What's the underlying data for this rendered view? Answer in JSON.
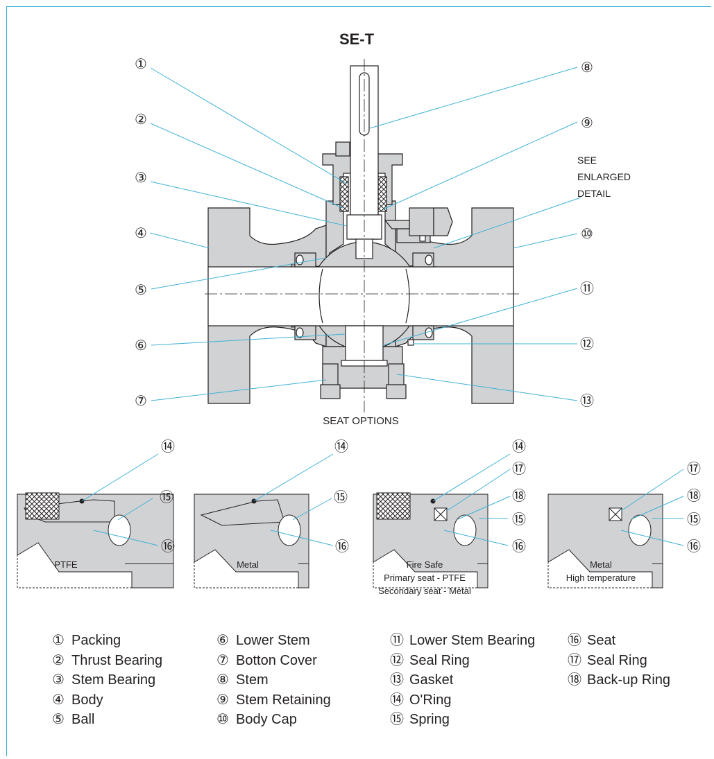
{
  "title": "SE-T",
  "callouts": [
    "①",
    "②",
    "③",
    "④",
    "⑤",
    "⑥",
    "⑦",
    "⑧",
    "⑨",
    "⑩",
    "⑪",
    "⑫",
    "⑬",
    "⑭",
    "⑮",
    "⑯",
    "⑰",
    "⑱"
  ],
  "see_detail": [
    "SEE",
    "ENLARGED",
    "DETAIL"
  ],
  "seat_options_title": "SEAT OPTIONS",
  "seat_options": [
    {
      "caption": [
        "PTFE"
      ],
      "callouts": [
        "⑭",
        "⑮",
        "⑯"
      ]
    },
    {
      "caption": [
        "Metal"
      ],
      "callouts": [
        "⑭",
        "⑮",
        "⑯"
      ]
    },
    {
      "caption": [
        "Fire Safe",
        "Primary seat - PTFE",
        "Secondary seat - Metal"
      ],
      "callouts": [
        "⑭",
        "⑰",
        "⑱",
        "⑮",
        "⑯"
      ]
    },
    {
      "caption": [
        "Metal",
        "High temperature"
      ],
      "callouts": [
        "⑰",
        "⑱",
        "⑮",
        "⑯"
      ]
    }
  ],
  "legend": {
    "col1": [
      {
        "num": "①",
        "label": "Packing"
      },
      {
        "num": "②",
        "label": "Thrust Bearing"
      },
      {
        "num": "③",
        "label": "Stem Bearing"
      },
      {
        "num": "④",
        "label": "Body"
      },
      {
        "num": "⑤",
        "label": "Ball"
      }
    ],
    "col2": [
      {
        "num": "⑥",
        "label": "Lower Stem"
      },
      {
        "num": "⑦",
        "label": "Botton Cover"
      },
      {
        "num": "⑧",
        "label": "Stem"
      },
      {
        "num": "⑨",
        "label": "Stem Retaining"
      },
      {
        "num": "⑩",
        "label": "Body Cap"
      }
    ],
    "col3": [
      {
        "num": "⑪",
        "label": "Lower Stem Bearing"
      },
      {
        "num": "⑫",
        "label": "Seal Ring"
      },
      {
        "num": "⑬",
        "label": "Gasket"
      },
      {
        "num": "⑭",
        "label": "O'Ring"
      },
      {
        "num": "⑮",
        "label": "Spring"
      }
    ],
    "col4": [
      {
        "num": "⑯",
        "label": "Seat"
      },
      {
        "num": "⑰",
        "label": "Seal Ring"
      },
      {
        "num": "⑱",
        "label": "Back-up Ring"
      }
    ]
  },
  "colors": {
    "body_fill": "#d1d2d4",
    "leader": "#3fb1d6",
    "line": "#231f20"
  }
}
